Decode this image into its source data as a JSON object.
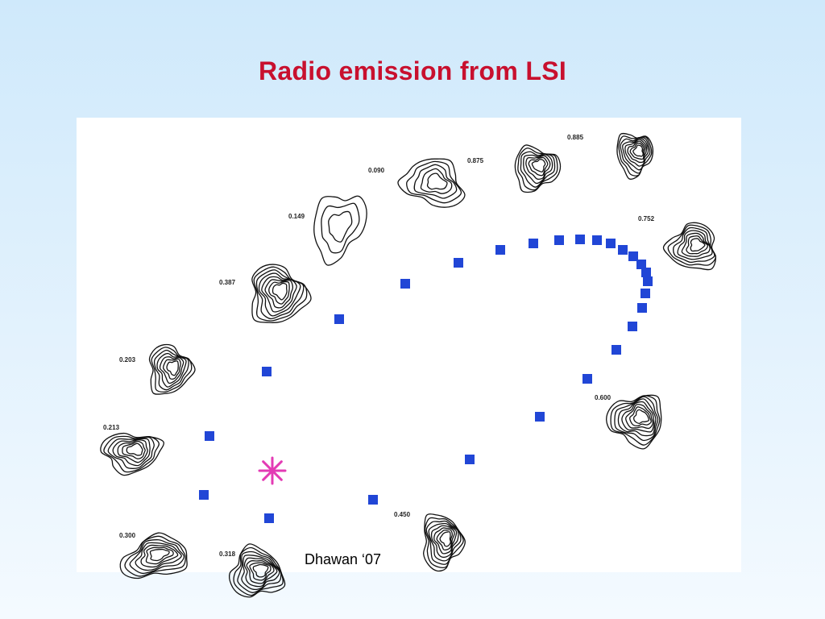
{
  "slide": {
    "title": "Radio emission from LSI",
    "credit": "Dhawan ‘07"
  },
  "figure": {
    "orbit_marker_color": "#2146d6",
    "star_marker_color": "#e33bb4",
    "contour_color": "#111111",
    "epoch_labels": [
      "0.090",
      "0.875",
      "0.885",
      "0.149",
      "0.752",
      "0.387",
      "0.203",
      "0.213",
      "0.600",
      "0.300",
      "0.318",
      "0.450"
    ]
  }
}
